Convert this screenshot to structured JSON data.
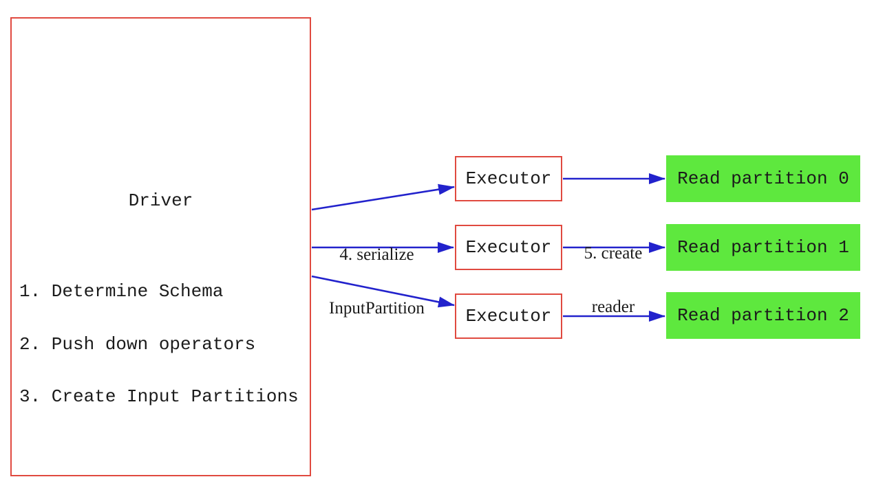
{
  "colors": {
    "border_red": "#e0493f",
    "arrow_blue": "#2222cc",
    "partition_green": "#5ee83e",
    "ink": "#1b1b1b",
    "bg": "#ffffff"
  },
  "driver": {
    "title": "Driver",
    "steps": [
      "1. Determine Schema",
      "2. Push down operators",
      "3. Create Input Partitions"
    ]
  },
  "executors": [
    {
      "label": "Executor"
    },
    {
      "label": "Executor"
    },
    {
      "label": "Executor"
    }
  ],
  "partitions": [
    {
      "label": "Read partition 0"
    },
    {
      "label": "Read partition 1"
    },
    {
      "label": "Read partition 2"
    }
  ],
  "edge_labels": {
    "serialize": {
      "line1": "4. serialize",
      "line2": "InputPartition"
    },
    "create_reader": {
      "line1": "5. create",
      "line2": "reader"
    }
  }
}
